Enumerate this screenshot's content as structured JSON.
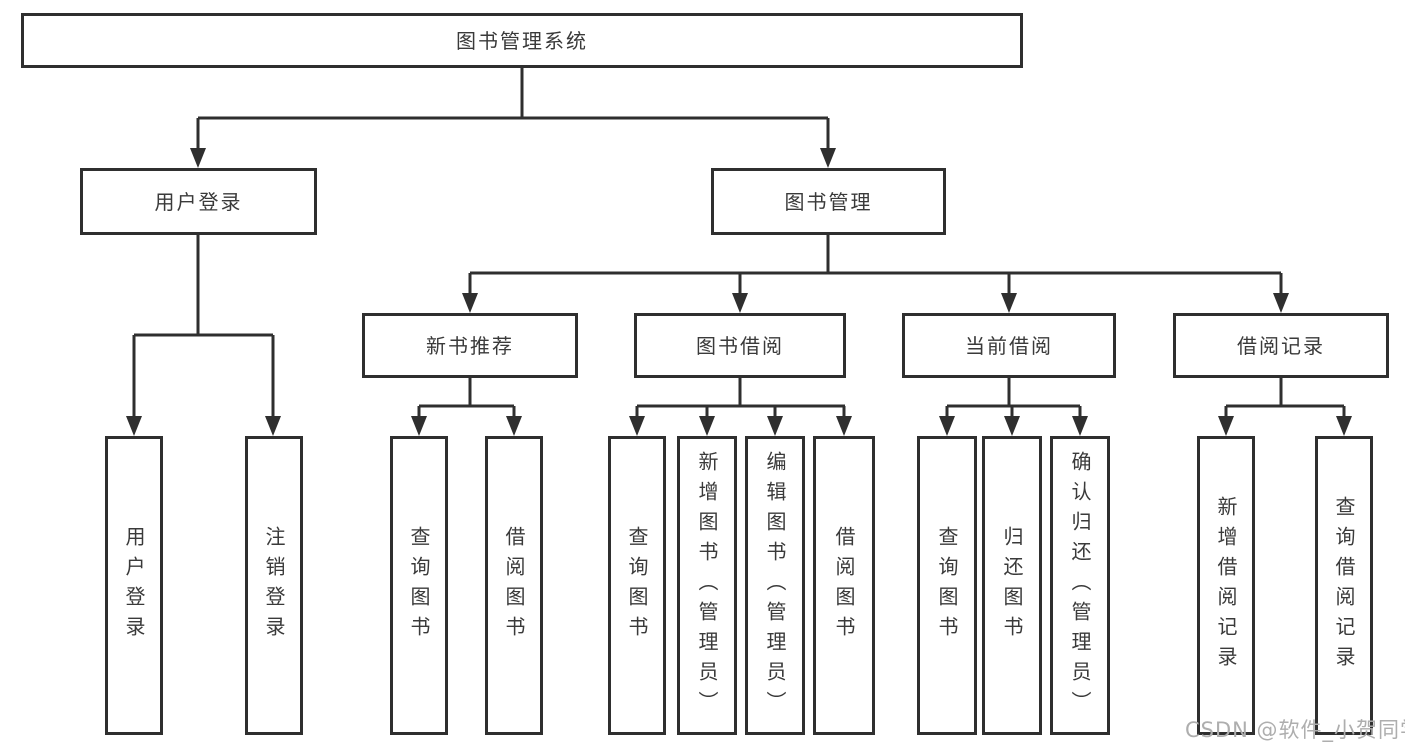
{
  "tree": {
    "label": "图书管理系统",
    "children": [
      {
        "label": "用户登录",
        "children": [
          {
            "label": "用户登录"
          },
          {
            "label": "注销登录"
          }
        ]
      },
      {
        "label": "图书管理",
        "children": [
          {
            "label": "新书推荐",
            "children": [
              {
                "label": "查询图书"
              },
              {
                "label": "借阅图书"
              }
            ]
          },
          {
            "label": "图书借阅",
            "children": [
              {
                "label": "查询图书"
              },
              {
                "label": "新增图书（管理员）"
              },
              {
                "label": "编辑图书（管理员）"
              },
              {
                "label": "借阅图书"
              }
            ]
          },
          {
            "label": "当前借阅",
            "children": [
              {
                "label": "查询图书"
              },
              {
                "label": "归还图书"
              },
              {
                "label": "确认归还（管理员）"
              }
            ]
          },
          {
            "label": "借阅记录",
            "children": [
              {
                "label": "新增借阅记录"
              },
              {
                "label": "查询借阅记录"
              }
            ]
          }
        ]
      }
    ]
  },
  "watermark": {
    "text": "CSDN @软件_小贺同学"
  },
  "colors": {
    "line": "#2f2f2f",
    "box_border": "#2f2f2f",
    "text": "#3a3a3a",
    "watermark": "#aeaeae",
    "background": "#ffffff"
  }
}
